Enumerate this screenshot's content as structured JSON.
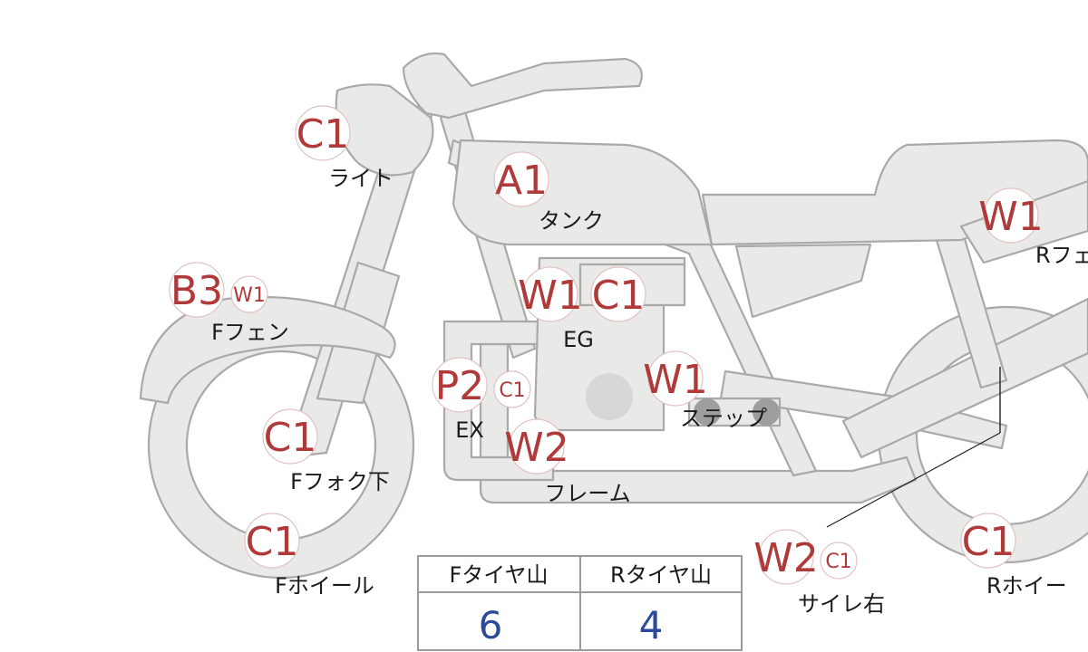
{
  "parts": {
    "light": {
      "code": "C1",
      "label": "ライト"
    },
    "tank": {
      "code": "A1",
      "label": "タンク"
    },
    "f_fender": {
      "code": "B3",
      "sub": "W1",
      "label": "Fフェン"
    },
    "engine": {
      "code": "W1",
      "code2": "C1",
      "label": "EG"
    },
    "exhaust": {
      "code": "P2",
      "sub": "C1",
      "label": "EX"
    },
    "step": {
      "code": "W1",
      "label": "ステップ"
    },
    "fork_lower": {
      "code": "C1",
      "label": "Fフォク下"
    },
    "frame": {
      "code": "W2",
      "label": "フレーム"
    },
    "f_wheel": {
      "code": "C1",
      "label": "Fホイール"
    },
    "silencer": {
      "code": "W2",
      "sub": "C1",
      "label": "サイレ右"
    },
    "r_fender": {
      "code": "W1",
      "label": "Rフェ"
    },
    "r_wheel": {
      "code": "C1",
      "label": "Rホイー"
    }
  },
  "tire_table": {
    "f_header": "Fタイヤ山",
    "r_header": "Rタイヤ山",
    "f_value": "6",
    "r_value": "4"
  },
  "colors": {
    "code": "#b03a3a",
    "table_value": "#2c4a9a",
    "part_fill": "#e9e9e7",
    "part_stroke": "#a9a9a9"
  }
}
